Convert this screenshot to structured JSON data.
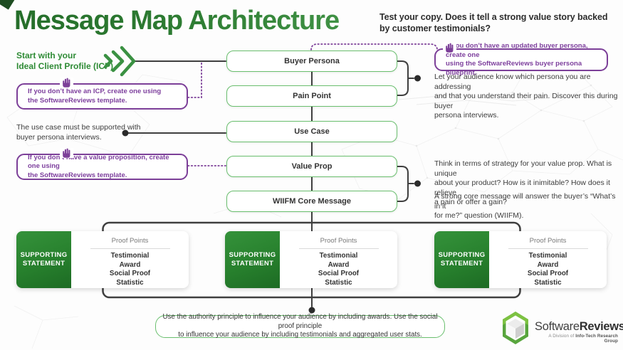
{
  "page": {
    "title": "Message Map Architecture",
    "headline": "Test your copy. Does it tell a strong value story backed\nby customer testimonials?"
  },
  "intro": {
    "label": "Start with your\nIdeal Client Profile (ICP)"
  },
  "tips": {
    "icp": {
      "text": "If you don’t have an ICP, create one using\nthe SoftwareReviews template."
    },
    "buyer_persona": {
      "text": "If you don’t have an updated buyer persona, create one\nusing the SoftwareReviews buyer persona blueprint."
    },
    "value_prop": {
      "text": "If you don’t have a value proposition, create one using\nthe SoftwareReviews template."
    }
  },
  "notes": {
    "use_case": "The use case must be supported with\nbuyer persona interviews.",
    "buyer_persona": "Let your audience know which persona you are addressing\nand that you understand their pain. Discover this during buyer\npersona interviews.",
    "value_prop": "Think in terms of strategy for your value prop. What is unique\nabout your product? How is it inimitable? How does it relieve\na pain or offer a gain?",
    "wiifm": "A strong core message will answer the buyer’s “What’s in it\nfor me?” question (WIIFM)."
  },
  "flow": {
    "boxes": [
      "Buyer Persona",
      "Pain Point",
      "Use Case",
      "Value Prop",
      "WIIFM Core Message"
    ]
  },
  "supporting_card": {
    "label": "SUPPORTING STATEMENT",
    "proof_title": "Proof Points",
    "items": [
      "Testimonial",
      "Award",
      "Social Proof",
      "Statistic"
    ]
  },
  "footer": {
    "note": "Use the authority principle to influence your audience by including awards. Use the social proof principle\nto influence your audience by including testimonials and aggregated user stats."
  },
  "logo": {
    "name_regular": "Software",
    "name_bold": "Reviews",
    "tagline_prefix": "A Division of ",
    "tagline_bold": "Info-Tech Research Group"
  },
  "colors": {
    "brand_green_dark": "#2e7d33",
    "brand_green_light": "#6abf6e",
    "accent_purple": "#7c3f98",
    "connector_dark": "#3f3f3f"
  }
}
